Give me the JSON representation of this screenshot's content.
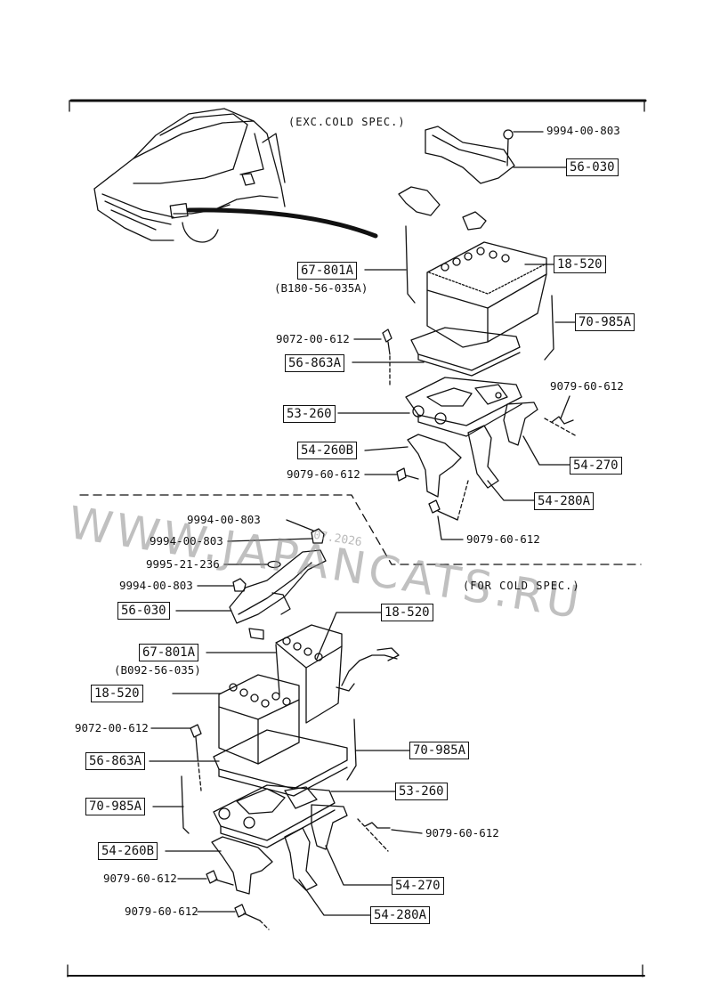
{
  "notes": {
    "exc_cold": "(EXC.COLD SPEC.)",
    "for_cold": "(FOR COLD SPEC.)"
  },
  "watermark": {
    "text": "WWW.JAPANCATS.RU",
    "date": "07.2026"
  },
  "top": {
    "p_9994_00_803": "9994-00-803",
    "p_56_030": "56-030",
    "p_67_801a": "67-801A",
    "p_67_801a_alt": "(B180-56-035A)",
    "p_18_520": "18-520",
    "p_70_985a": "70-985A",
    "p_9072_00_612": "9072-00-612",
    "p_56_863a": "56-863A",
    "p_9079_60_612_r": "9079-60-612",
    "p_53_260": "53-260",
    "p_54_260b": "54-260B",
    "p_54_270": "54-270",
    "p_9079_60_612_l": "9079-60-612",
    "p_54_280a": "54-280A",
    "p_9079_60_612_b": "9079-60-612"
  },
  "bottom": {
    "p_9994_00_803_a": "9994-00-803",
    "p_9994_00_803_b": "9994-00-803",
    "p_9995_21_236": "9995-21-236",
    "p_9994_00_803_c": "9994-00-803",
    "p_56_030": "56-030",
    "p_18_520_top": "18-520",
    "p_67_801a": "67-801A",
    "p_67_801a_alt": "(B092-56-035)",
    "p_18_520_left": "18-520",
    "p_9072_00_612": "9072-00-612",
    "p_70_985a_r": "70-985A",
    "p_56_863a": "56-863A",
    "p_53_260": "53-260",
    "p_70_985a_l": "70-985A",
    "p_9079_60_612_r": "9079-60-612",
    "p_54_260b": "54-260B",
    "p_54_270": "54-270",
    "p_9079_60_612_l1": "9079-60-612",
    "p_9079_60_612_l2": "9079-60-612",
    "p_54_280a": "54-280A"
  }
}
